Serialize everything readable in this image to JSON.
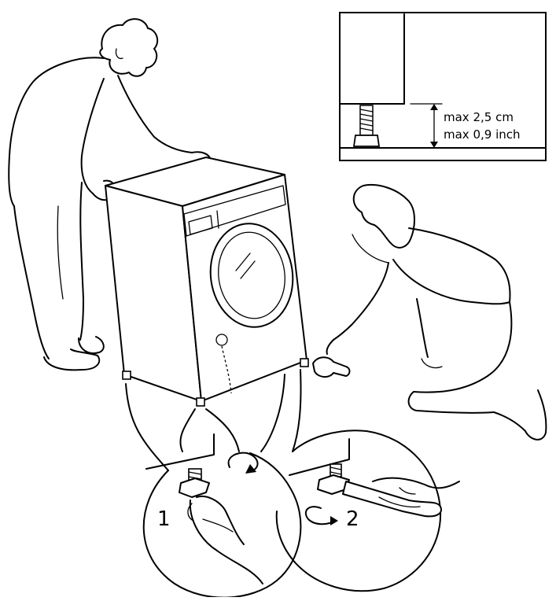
{
  "inset": {
    "label_cm": "max 2,5 cm",
    "label_inch": "max 0,9 inch"
  },
  "steps": {
    "step1": "1",
    "step2": "2"
  },
  "colors": {
    "line": "#000000",
    "background": "#ffffff"
  },
  "icons": {
    "rotate_clockwise": "rotate-clockwise-arrow-icon",
    "rotate_counterclockwise": "rotate-counterclockwise-arrow-icon"
  }
}
